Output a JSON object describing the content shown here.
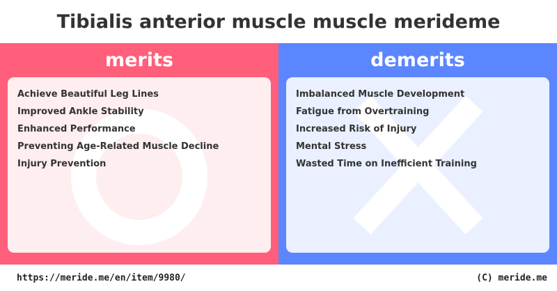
{
  "page": {
    "title": "Tibialis anterior muscle muscle merideme"
  },
  "merits": {
    "header": "merits",
    "colors": {
      "panel": "#ff5f7a",
      "card": "#ffeef0",
      "symbol": "#ffffff"
    },
    "symbol_icon": "circle-icon",
    "items": [
      "Achieve Beautiful Leg Lines",
      "Improved Ankle Stability",
      "Enhanced Performance",
      "Preventing Age-Related Muscle Decline",
      "Injury Prevention"
    ]
  },
  "demerits": {
    "header": "demerits",
    "colors": {
      "panel": "#5b86ff",
      "card": "#eaf0ff",
      "symbol": "#ffffff"
    },
    "symbol_icon": "cross-icon",
    "items": [
      "Imbalanced Muscle Development",
      "Fatigue from Overtraining",
      "Increased Risk of Injury",
      "Mental Stress",
      "Wasted Time on Inefficient Training"
    ]
  },
  "footer": {
    "url": "https://meride.me/en/item/9980/",
    "copyright": "(C) meride.me"
  }
}
